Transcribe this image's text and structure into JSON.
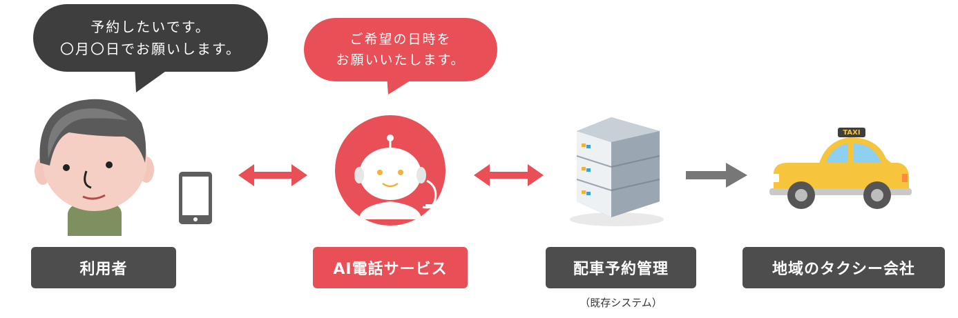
{
  "bubbles": {
    "user": {
      "line1": "予約したいです。",
      "line2": "〇月〇日でお願いします。"
    },
    "ai": {
      "line1": "ご希望の日時を",
      "line2": "お願いいたします。"
    }
  },
  "labels": {
    "user": "利用者",
    "ai": "AI電話サービス",
    "system": "配車予約管理",
    "taxi": "地域のタクシー会社"
  },
  "system_note": "（既存システム）",
  "taxi_sign": "TAXI",
  "colors": {
    "accent_red": "#e94f56",
    "dark_gray": "#4d4d4d",
    "arrow_gray": "#777777",
    "taxi_yellow": "#f6c53c"
  },
  "icons": [
    "user-avatar-icon",
    "smartphone-icon",
    "robot-icon",
    "server-icon",
    "taxi-icon"
  ]
}
